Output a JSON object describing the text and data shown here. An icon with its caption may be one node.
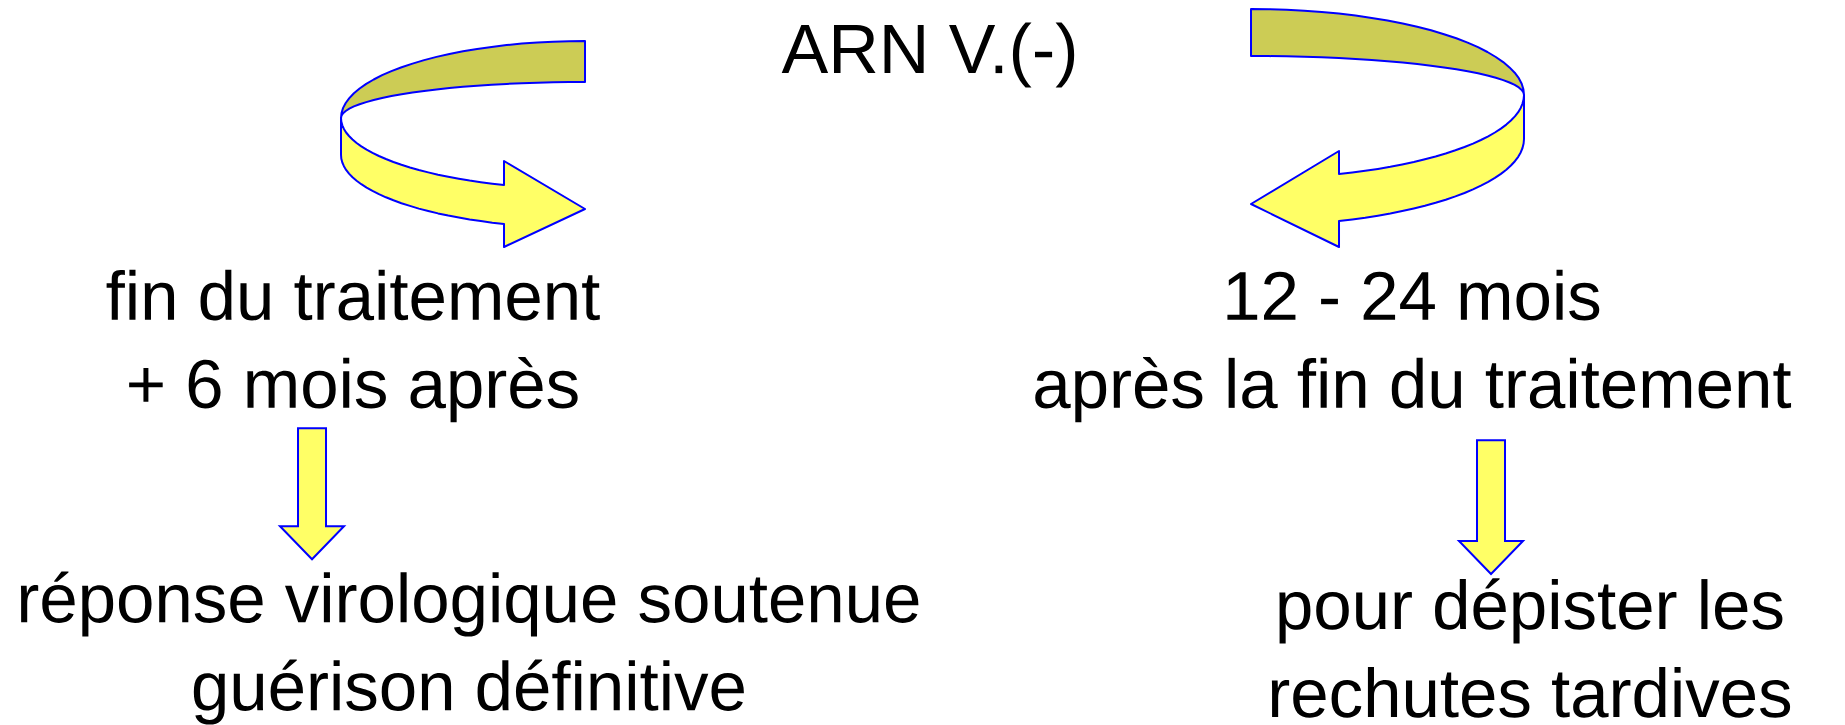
{
  "diagram": {
    "nodes": [
      {
        "text": [
          "ARN V.(-)"
        ]
      },
      {
        "text": [
          "fin du traitement",
          "+ 6 mois après"
        ]
      },
      {
        "text": [
          "12 - 24 mois",
          "après la fin du traitement"
        ]
      },
      {
        "text": [
          "réponse virologique soutenue",
          "guérison définitive"
        ]
      },
      {
        "text": [
          "pour dépister les",
          "rechutes tardives"
        ]
      }
    ],
    "edges": [
      {
        "from": 1,
        "to": 3,
        "arrow": "to"
      },
      {
        "from": 2,
        "to": 4,
        "arrow": "to"
      }
    ]
  }
}
